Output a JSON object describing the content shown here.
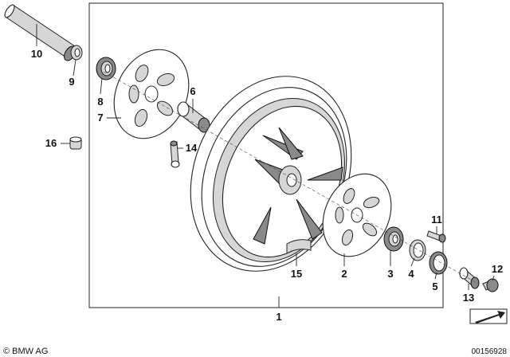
{
  "diagram": {
    "callouts": {
      "p1": "1",
      "p2": "2",
      "p3": "3",
      "p4": "4",
      "p5": "5",
      "p6": "6",
      "p7": "7",
      "p8": "8",
      "p9": "9",
      "p10": "10",
      "p11": "11",
      "p12": "12",
      "p13": "13",
      "p14": "14",
      "p15": "15",
      "p16": "16"
    },
    "copyright": "© BMW AG",
    "image_number": "00156928"
  }
}
